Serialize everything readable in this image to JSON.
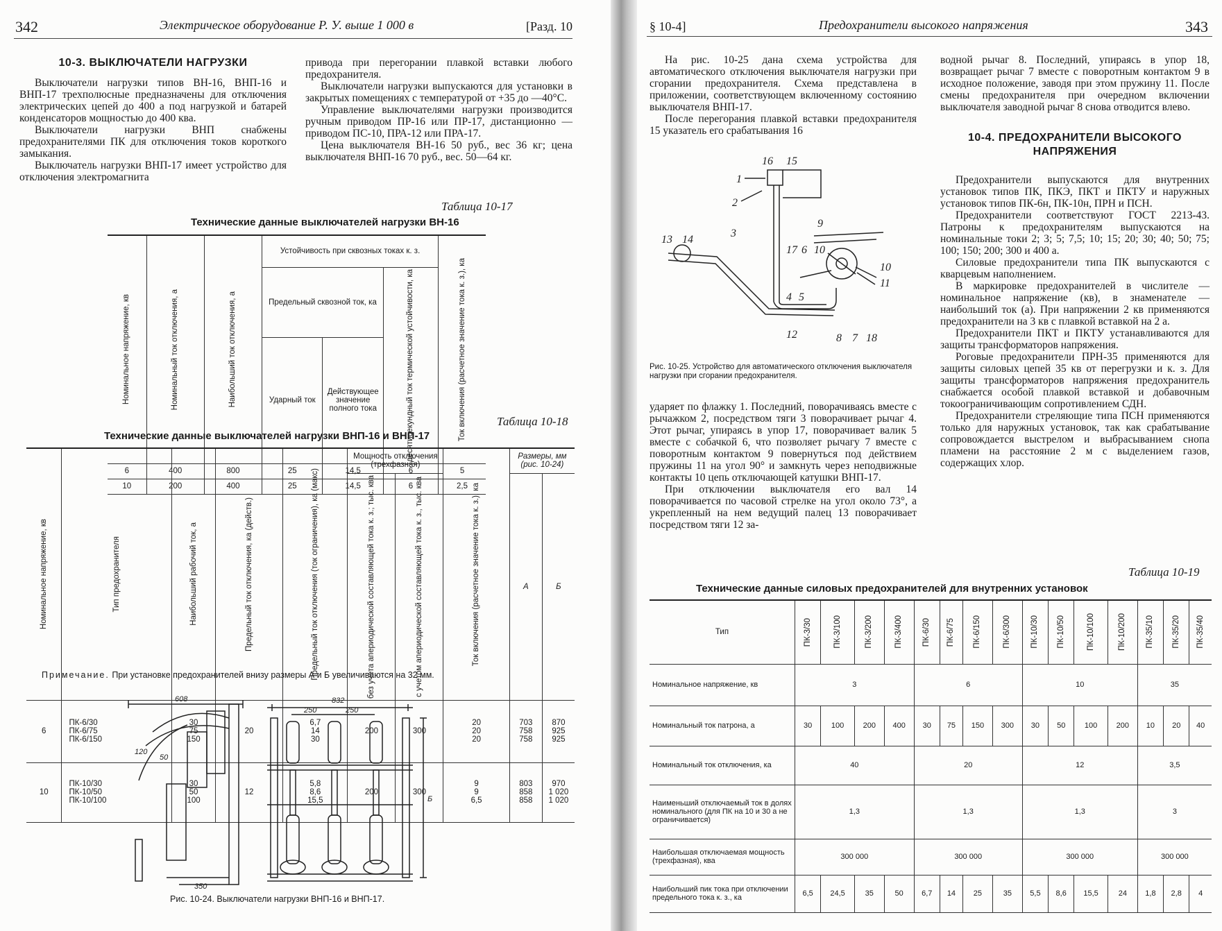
{
  "left": {
    "page_number": "342",
    "running_head": "Электрическое оборудование Р. У. выше 1 000 в",
    "section_ref": "[Разд. 10",
    "section_heading": "10-3. ВЫКЛЮЧАТЕЛИ НАГРУЗКИ",
    "col1": [
      "Выключатели нагрузки типов ВН-16, ВНП-16 и ВНП-17 трехполюсные предназначены для отключения электрических цепей до 400 а под нагрузкой и батарей конденсаторов мощностью до 400 ква.",
      "Выключатели нагрузки ВНП снабжены предохранителями ПК для отключения токов короткого замыкания.",
      "Выключатель нагрузки ВНП-17 имеет устройство для отключения электромагнита"
    ],
    "col2": [
      "привода при перегорании плавкой вставки любого предохранителя.",
      "Выключатели нагрузки выпускаются для установки в закрытых помещениях с температурой от +35 до —40°С.",
      "Управление выключателями нагрузки производится ручным приводом ПР-16 или ПР-17, дистанционно — приводом ПС-10, ПРА-12 или ПРА-17.",
      "Цена выключателя ВН-16 50 руб., вес 36 кг; цена выключателя ВНП-16 70 руб., вес. 50—64 кг."
    ],
    "table17": {
      "number": "Таблица 10-17",
      "title": "Технические данные выключателей нагрузки ВН-16",
      "h_voltage": "Номинальное напряжение, кв",
      "h_current": "Номинальный ток отключения, а",
      "h_maxcur": "Наибольший ток отключения, а",
      "h_group": "Устойчивость при сквозных токах к. з.",
      "h_subgroup": "Предельный сквозной ток, ка",
      "h_peak": "Ударный ток",
      "h_eff": "Действующее значение полного тока",
      "h_thermal": "десятисекундный ток термической устойчивости, ка",
      "h_switchon": "Ток включения (расчетное значение тока к. з.), ка",
      "rows": [
        [
          "6",
          "400",
          "800",
          "25",
          "14,5",
          "6",
          "5"
        ],
        [
          "10",
          "200",
          "400",
          "25",
          "14,5",
          "6",
          "2,5"
        ]
      ]
    },
    "table18": {
      "number": "Таблица 10-18",
      "title": "Технические данные выключателей нагрузки ВНП-16 и ВНП-17",
      "h_voltage": "Номинальное напряжение, кв",
      "h_type": "Тип предохранителя",
      "h_work": "Наибольший рабочий ток, а",
      "h_limit": "Предельный ток отключения, ка (действ.)",
      "h_cutoff": "Предельный ток отключения (ток ограничения), ка (макс)",
      "h_group": "Мощность отключения (трехфазная)",
      "h_noaper": "без учета апериодической составляющей тока к. з.; тыс. ква",
      "h_aper": "с учетом апериодической составляющей тока к. з., тыс. ква",
      "h_switchon": "Ток включения (расчетное значение тока к. з.), ка",
      "h_dims": "Размеры, мм (рис. 10-24)",
      "h_a": "А",
      "h_b": "Б",
      "rows": [
        {
          "v": "6",
          "types": "ПК-6/30\nПК-6/75\nПК-6/150",
          "work": "30\n75\n150",
          "limit": "20",
          "cutoff": "6,7\n14\n30",
          "p1": "200",
          "p2": "300",
          "on": "20\n20\n20",
          "a": "703\n758\n758",
          "b": "870\n925\n925"
        },
        {
          "v": "10",
          "types": "ПК-10/30\nПК-10/50\nПК-10/100",
          "work": "30\n50\n100",
          "limit": "12",
          "cutoff": "5,8\n8,6\n15,5",
          "p1": "200",
          "p2": "300",
          "on": "9\n9\n6,5",
          "a": "803\n858\n858",
          "b": "970\n1 020\n1 020"
        }
      ],
      "note_label": "Примечание.",
      "note": "При установке предохранителей внизу размеры А и Б увеличиваются на 32 мм."
    },
    "fig24": {
      "caption": "Рис. 10-24. Выключатели нагрузки ВНП-16 и ВНП-17.",
      "d608": "608",
      "d832": "832",
      "d250a": "250",
      "d250b": "250",
      "d350": "350",
      "d120": "120",
      "d50": "50",
      "dB": "Б"
    }
  },
  "right": {
    "page_number": "343",
    "running_head": "Предохранители высокого напряжения",
    "section_ref": "§ 10-4]",
    "col1_top": [
      "На рис. 10-25 дана схема устройства для автоматического отключения выключателя нагрузки при сгорании предохранителя. Схема представлена в приложении, соответствующем включенному состоянию выключателя ВНП-17.",
      "После перегорания плавкой вставки предохранителя 15 указатель его срабатывания 16"
    ],
    "fig25": {
      "caption": "Рис. 10-25. Устройство для автоматического отключения выключателя нагрузки при сгорании предохранителя.",
      "labels": [
        "16",
        "15",
        "1",
        "2",
        "3",
        "9",
        "13",
        "14",
        "17",
        "6",
        "10",
        "10",
        "11",
        "4",
        "5",
        "12",
        "8",
        "7",
        "18"
      ]
    },
    "col1_bottom": [
      "ударяет по флажку 1. Последний, поворачиваясь вместе с рычажком 2, посредством тяги 3 поворачивает рычаг 4. Этот рычаг, упираясь в упор 17, поворачивает валик 5 вместе с собачкой 6, что позволяет рычагу 7 вместе с поворотным контактом 9 повернуться под действием пружины 11 на угол 90° и замкнуть через неподвижные контакты 10 цепь отключающей катушки ВНП-17.",
      "При отключении выключателя его вал 14 поворачивается по часовой стрелке на угол около 73°, а укрепленный на нем ведущий палец 13 поворачивает посредством тяги 12 за-"
    ],
    "col2_top": [
      "водной рычаг 8. Последний, упираясь в упор 18, возвращает рычаг 7 вместе с поворотным контактом 9 в исходное положение, заводя при этом пружину 11. После смены предохранителя при очередном включении выключателя заводной рычаг 8 снова отводится влево."
    ],
    "section_heading": "10-4. ПРЕДОХРАНИТЕЛИ ВЫСОКОГО НАПРЯЖЕНИЯ",
    "col2_bottom": [
      "Предохранители выпускаются для внутренних установок типов ПК, ПКЭ, ПКТ и ПКТУ и наружных установок типов ПК-6н, ПК-10н, ПРН и ПСН.",
      "Предохранители соответствуют ГОСТ 2213-43. Патроны к предохранителям выпускаются на номинальные токи 2; 3; 5; 7,5; 10; 15; 20; 30; 40; 50; 75; 100; 150; 200; 300 и 400 а.",
      "Силовые предохранители типа ПК выпускаются с кварцевым наполнением.",
      "В маркировке предохранителей в числителе — номинальное напряжение (кв), в знаменателе — наибольший ток (а). При напряжении 2 кв применяются предохранители на 3 кв с плавкой вставкой на 2 а.",
      "Предохранители ПКТ и ПКТУ устанавливаются для защиты трансформаторов напряжения.",
      "Роговые предохранители ПРН-35 применяются для защиты силовых цепей 35 кв от перегрузки и к. з. Для защиты трансформаторов напряжения предохранитель снабжается особой плавкой вставкой и добавочным токоограничивающим сопротивлением СДН.",
      "Предохранители стреляющие типа ПСН применяются только для наружных установок, так как срабатывание сопровождается выстрелом и выбрасыванием снопа пламени на расстояние 2 м с выделением газов, содержащих хлор."
    ],
    "table19": {
      "number": "Таблица 10-19",
      "title": "Технические данные силовых предохранителей для внутренних установок",
      "h_type": "Тип",
      "types": [
        "ПК-3/30",
        "ПК-3/100",
        "ПК-3/200",
        "ПК-3/400",
        "ПК-6/30",
        "ПК-6/75",
        "ПК-6/150",
        "ПК-6/300",
        "ПК-10/30",
        "ПК-10/50",
        "ПК-10/100",
        "ПК-10/200",
        "ПК-35/10",
        "ПК-35/20",
        "ПК-35/40"
      ],
      "r_voltage": "Номинальное напряжение, кв",
      "voltage": [
        "3",
        "6",
        "10",
        "35"
      ],
      "r_current": "Номинальный ток патрона, а",
      "current": [
        "30",
        "100",
        "200",
        "400",
        "30",
        "75",
        "150",
        "300",
        "30",
        "50",
        "100",
        "200",
        "10",
        "20",
        "40"
      ],
      "r_breaking": "Номинальный ток отключения, ка",
      "breaking": [
        "40",
        "20",
        "12",
        "3,5"
      ],
      "r_min": "Наименьший отключаемый ток в долях номинального (для ПК на 10 и 30 а не ограничивается)",
      "min": [
        "1,3",
        "1,3",
        "1,3",
        "3"
      ],
      "r_power": "Наибольшая отключаемая мощность (трехфазная), ква",
      "power": [
        "300 000",
        "300 000",
        "300 000",
        "300 000"
      ],
      "r_peak": "Наибольший пик тока при отключении предельного тока к. з., ка",
      "peak": [
        "6,5",
        "24,5",
        "35",
        "50",
        "6,7",
        "14",
        "25",
        "35",
        "5,5",
        "8,6",
        "15,5",
        "24",
        "1,8",
        "2,8",
        "4"
      ]
    }
  }
}
